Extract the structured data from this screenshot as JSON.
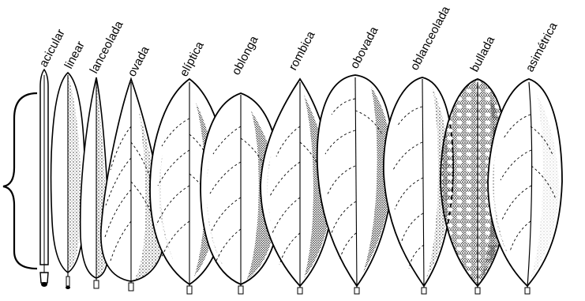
{
  "leaves": [
    {
      "label": "acicular"
    },
    {
      "label": "linear"
    },
    {
      "label": "lanceolada"
    },
    {
      "label": "ovada"
    },
    {
      "label": "elíptica"
    },
    {
      "label": "oblonga"
    },
    {
      "label": "rombica"
    },
    {
      "label": "obovada"
    },
    {
      "label": "oblanceolada"
    },
    {
      "label": "bullada"
    },
    {
      "label": "asimétrica"
    }
  ],
  "colors": {
    "ink": "#000000",
    "paper": "#ffffff",
    "stipple": "#1a1a1a"
  }
}
